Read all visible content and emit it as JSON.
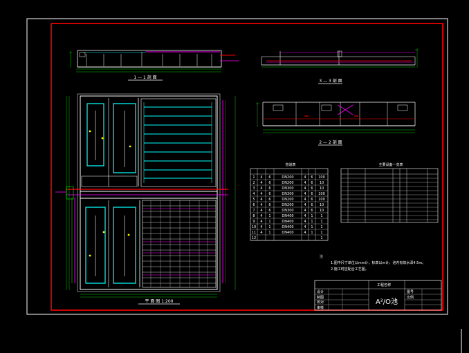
{
  "views": {
    "section_1_1": {
      "title": "1 — 1 剖 面"
    },
    "section_2_2": {
      "title": "2 — 2 剖 面"
    },
    "section_3_3": {
      "title": "3 — 3 剖 面"
    },
    "plan": {
      "title": "平 面 图  1:200"
    }
  },
  "table_pipes": {
    "title": "管道表",
    "rows": [
      {
        "n": "1",
        "c": "DN200",
        "a": "4",
        "b": "6",
        "d": "100"
      },
      {
        "n": "2",
        "c": "DN200",
        "a": "4",
        "b": "6",
        "d": "10"
      },
      {
        "n": "3",
        "c": "DN300",
        "a": "4",
        "b": "6",
        "d": "10"
      },
      {
        "n": "4",
        "c": "DN300",
        "a": "4",
        "b": "6",
        "d": "100"
      },
      {
        "n": "5",
        "c": "DN200",
        "a": "4",
        "b": "6",
        "d": "100"
      },
      {
        "n": "6",
        "c": "DN200",
        "a": "4",
        "b": "6",
        "d": "10"
      },
      {
        "n": "7",
        "c": "DN300",
        "a": "4",
        "b": "6",
        "d": "10"
      },
      {
        "n": "8",
        "c": "DN400",
        "a": "4",
        "b": "1",
        "d": "1"
      },
      {
        "n": "9",
        "c": "DN400",
        "a": "4",
        "b": "1",
        "d": "1"
      },
      {
        "n": "10",
        "c": "DN400",
        "a": "4",
        "b": "1",
        "d": "1"
      },
      {
        "n": "11",
        "c": "DN400",
        "a": "4",
        "b": "1",
        "d": "1"
      },
      {
        "n": "12",
        "c": "",
        "a": "",
        "b": "",
        "d": "1"
      }
    ]
  },
  "table_equipment": {
    "title": "主要设备一览表"
  },
  "notes": {
    "marker": "注",
    "line1": "1.图中尺寸单位以mm计，标高以m计，池内有效水深4.5m。",
    "line2": "2.施工时应配合工艺图。"
  },
  "title_block": {
    "name": "A²/O池",
    "header": "工程名称",
    "cells": [
      "设计",
      "制图",
      "校对",
      "审核",
      "图号",
      "比例"
    ]
  },
  "colors": {
    "frame": "#ffffff",
    "border": "#ff0000",
    "walls": "#ffffff",
    "water_channels": "#00ffff",
    "pipes": "#ff00ff",
    "annotations": "#ffff00",
    "dimensions": "#00ff00"
  }
}
